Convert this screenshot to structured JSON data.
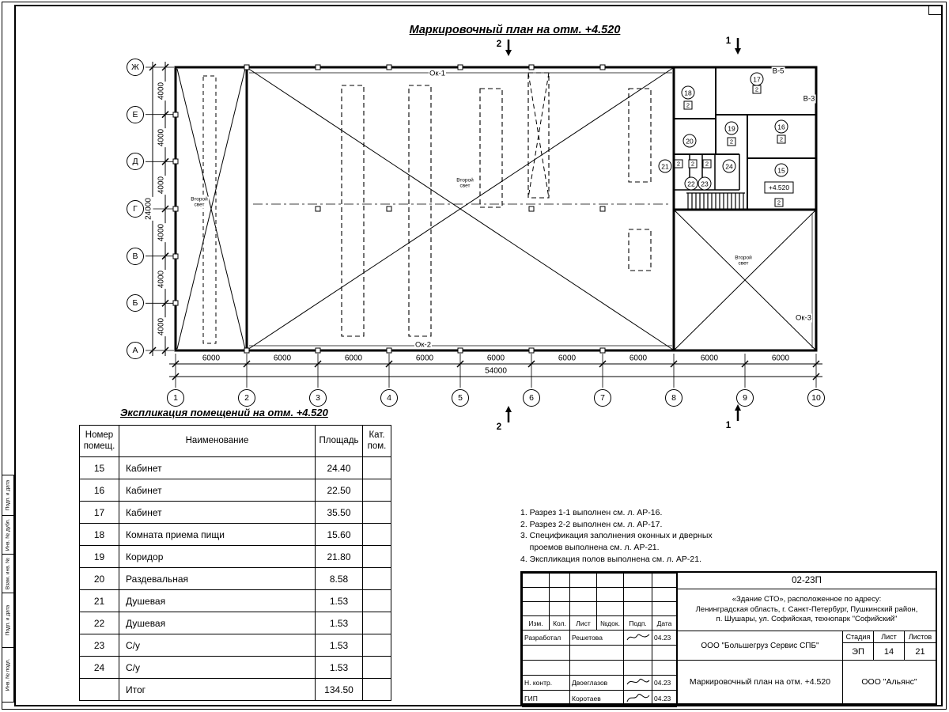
{
  "page": {
    "title": "Маркировочный план на отм. +4.520"
  },
  "plan": {
    "row_axes": [
      "Ж",
      "Е",
      "Д",
      "Г",
      "В",
      "Б",
      "А"
    ],
    "col_axes": [
      "1",
      "2",
      "3",
      "4",
      "5",
      "6",
      "7",
      "8",
      "9",
      "10"
    ],
    "col_dims": [
      "6000",
      "6000",
      "6000",
      "6000",
      "6000",
      "6000",
      "6000",
      "6000",
      "6000"
    ],
    "col_total": "54000",
    "row_dims": [
      "4000",
      "4000",
      "4000",
      "4000",
      "4000",
      "4000"
    ],
    "row_total": "24000",
    "rooms": [
      "15",
      "16",
      "17",
      "18",
      "19",
      "20",
      "21",
      "22",
      "23",
      "24"
    ],
    "door_mark": "2",
    "second_light": "Второй\nсвет",
    "elevation": "+4.520",
    "windows": {
      "ok1": "Ок-1",
      "ok2": "Ок-2",
      "ok3": "Ок-3",
      "v5": "В-5",
      "v3": "В-3"
    },
    "sections": {
      "s1": "1",
      "s2": "2"
    }
  },
  "explication": {
    "title": "Экспликация помещений на отм. +4.520",
    "headers": {
      "num": "Номер\nпомещ.",
      "name": "Наименование",
      "area": "Площадь",
      "cat": "Кат.\nпом."
    },
    "rows": [
      {
        "num": "15",
        "name": "Кабинет",
        "area": "24.40",
        "cat": ""
      },
      {
        "num": "16",
        "name": "Кабинет",
        "area": "22.50",
        "cat": ""
      },
      {
        "num": "17",
        "name": "Кабинет",
        "area": "35.50",
        "cat": ""
      },
      {
        "num": "18",
        "name": "Комната приема пищи",
        "area": "15.60",
        "cat": ""
      },
      {
        "num": "19",
        "name": "Коридор",
        "area": "21.80",
        "cat": ""
      },
      {
        "num": "20",
        "name": "Раздевальная",
        "area": "8.58",
        "cat": ""
      },
      {
        "num": "21",
        "name": "Душевая",
        "area": "1.53",
        "cat": ""
      },
      {
        "num": "22",
        "name": "Душевая",
        "area": "1.53",
        "cat": ""
      },
      {
        "num": "23",
        "name": "С/у",
        "area": "1.53",
        "cat": ""
      },
      {
        "num": "24",
        "name": "С/у",
        "area": "1.53",
        "cat": ""
      },
      {
        "num": "",
        "name": "Итог",
        "area": "134.50",
        "cat": ""
      }
    ]
  },
  "notes": [
    "1. Разрез 1-1 выполнен см. л. АР-16.",
    "2. Разрез 2-2 выполнен см. л. АР-17.",
    "3. Спецификация заполнения оконных и дверных\n    проемов выполнена см. л. АР-21.",
    "4. Экспликация полов выполнена см. л. АР-21."
  ],
  "titleblock": {
    "doc_number": "02-23П",
    "address": "«Здание СТО», расположенное по адресу:\nЛенинградская область, г. Санкт-Петербург, Пушкинский район,\nп. Шушары, ул. Софийская, технопарк \"Софийский\"",
    "rev_headers": [
      "Изм.",
      "Кол.",
      "Лист",
      "№док.",
      "Подп.",
      "Дата"
    ],
    "roles": [
      {
        "role": "Разработал",
        "name": "Решетова",
        "date": "04.23"
      },
      {
        "role": "Н. контр.",
        "name": "Двоеглазов",
        "date": "04.23"
      },
      {
        "role": "ГИП",
        "name": "Коротаев",
        "date": "04.23"
      }
    ],
    "organization": "ООО \"Большегруз Сервис СПБ\"",
    "stage_headers": [
      "Стадия",
      "Лист",
      "Листов"
    ],
    "stage": "ЭП",
    "sheet": "14",
    "sheets": "21",
    "drawing_title": "Маркировочный план на отм. +4.520",
    "contractor": "ООО \"Альянс\""
  },
  "frame_sidebar": [
    "Подп. и дата",
    "Инв. № дубл.",
    "Взам. инв. №",
    "Подп. и дата",
    "Инв. № подл."
  ]
}
